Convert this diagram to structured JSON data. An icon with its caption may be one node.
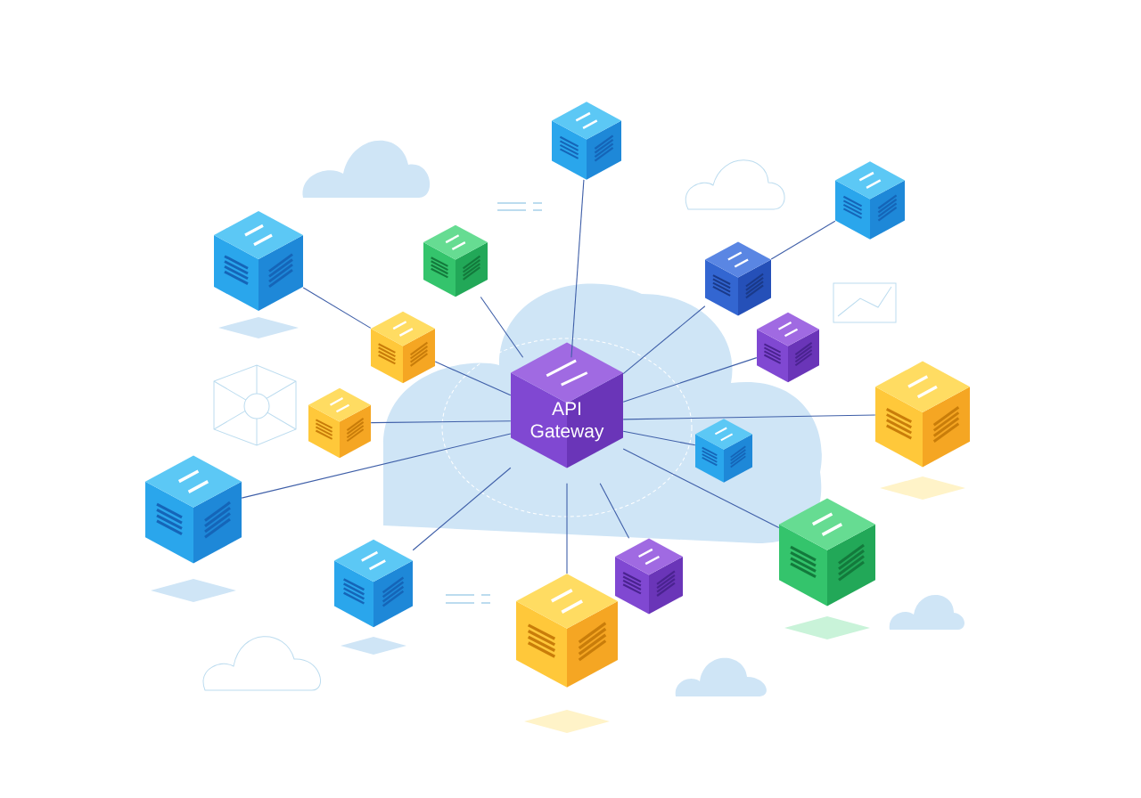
{
  "diagram": {
    "nodes": [
      {
        "text": [],
        "shape": "cube"
      },
      {
        "text": [],
        "shape": "cube"
      },
      {
        "text": [],
        "shape": "cube"
      },
      {
        "text": [],
        "shape": "cube"
      },
      {
        "text": [],
        "shape": "cube"
      },
      {
        "text": [],
        "shape": "cube"
      },
      {
        "text": [],
        "shape": "cube"
      },
      {
        "text": [
          "API Gateway"
        ]
      },
      {
        "text": [],
        "shape": "cube"
      },
      {
        "text": [],
        "shape": "cube"
      },
      {
        "text": [],
        "shape": "cube"
      },
      {
        "text": [],
        "shape": "cube"
      },
      {
        "text": [],
        "shape": "cube"
      },
      {
        "text": [],
        "shape": "cube"
      },
      {
        "text": [],
        "shape": "cube"
      },
      {
        "text": [],
        "shape": "cube"
      }
    ],
    "edges": [
      {
        "from": 7,
        "to": 0,
        "arrow": "none"
      },
      {
        "from": 1,
        "to": 4,
        "arrow": "none"
      },
      {
        "from": 7,
        "to": 4,
        "arrow": "none"
      },
      {
        "from": 2,
        "to": 6,
        "arrow": "none"
      },
      {
        "from": 7,
        "to": 6,
        "arrow": "none"
      },
      {
        "from": 7,
        "to": 3,
        "arrow": "none"
      },
      {
        "from": 7,
        "to": 5,
        "arrow": "none"
      },
      {
        "from": 7,
        "to": 8,
        "arrow": "none"
      },
      {
        "from": 7,
        "to": 9,
        "arrow": "none"
      },
      {
        "from": 7,
        "to": 10,
        "arrow": "none"
      },
      {
        "from": 7,
        "to": 11,
        "arrow": "none"
      },
      {
        "from": 7,
        "to": 12,
        "arrow": "none"
      },
      {
        "from": 7,
        "to": 13,
        "arrow": "none"
      },
      {
        "from": 7,
        "to": 14,
        "arrow": "none"
      },
      {
        "from": 7,
        "to": 15,
        "arrow": "none"
      }
    ]
  }
}
